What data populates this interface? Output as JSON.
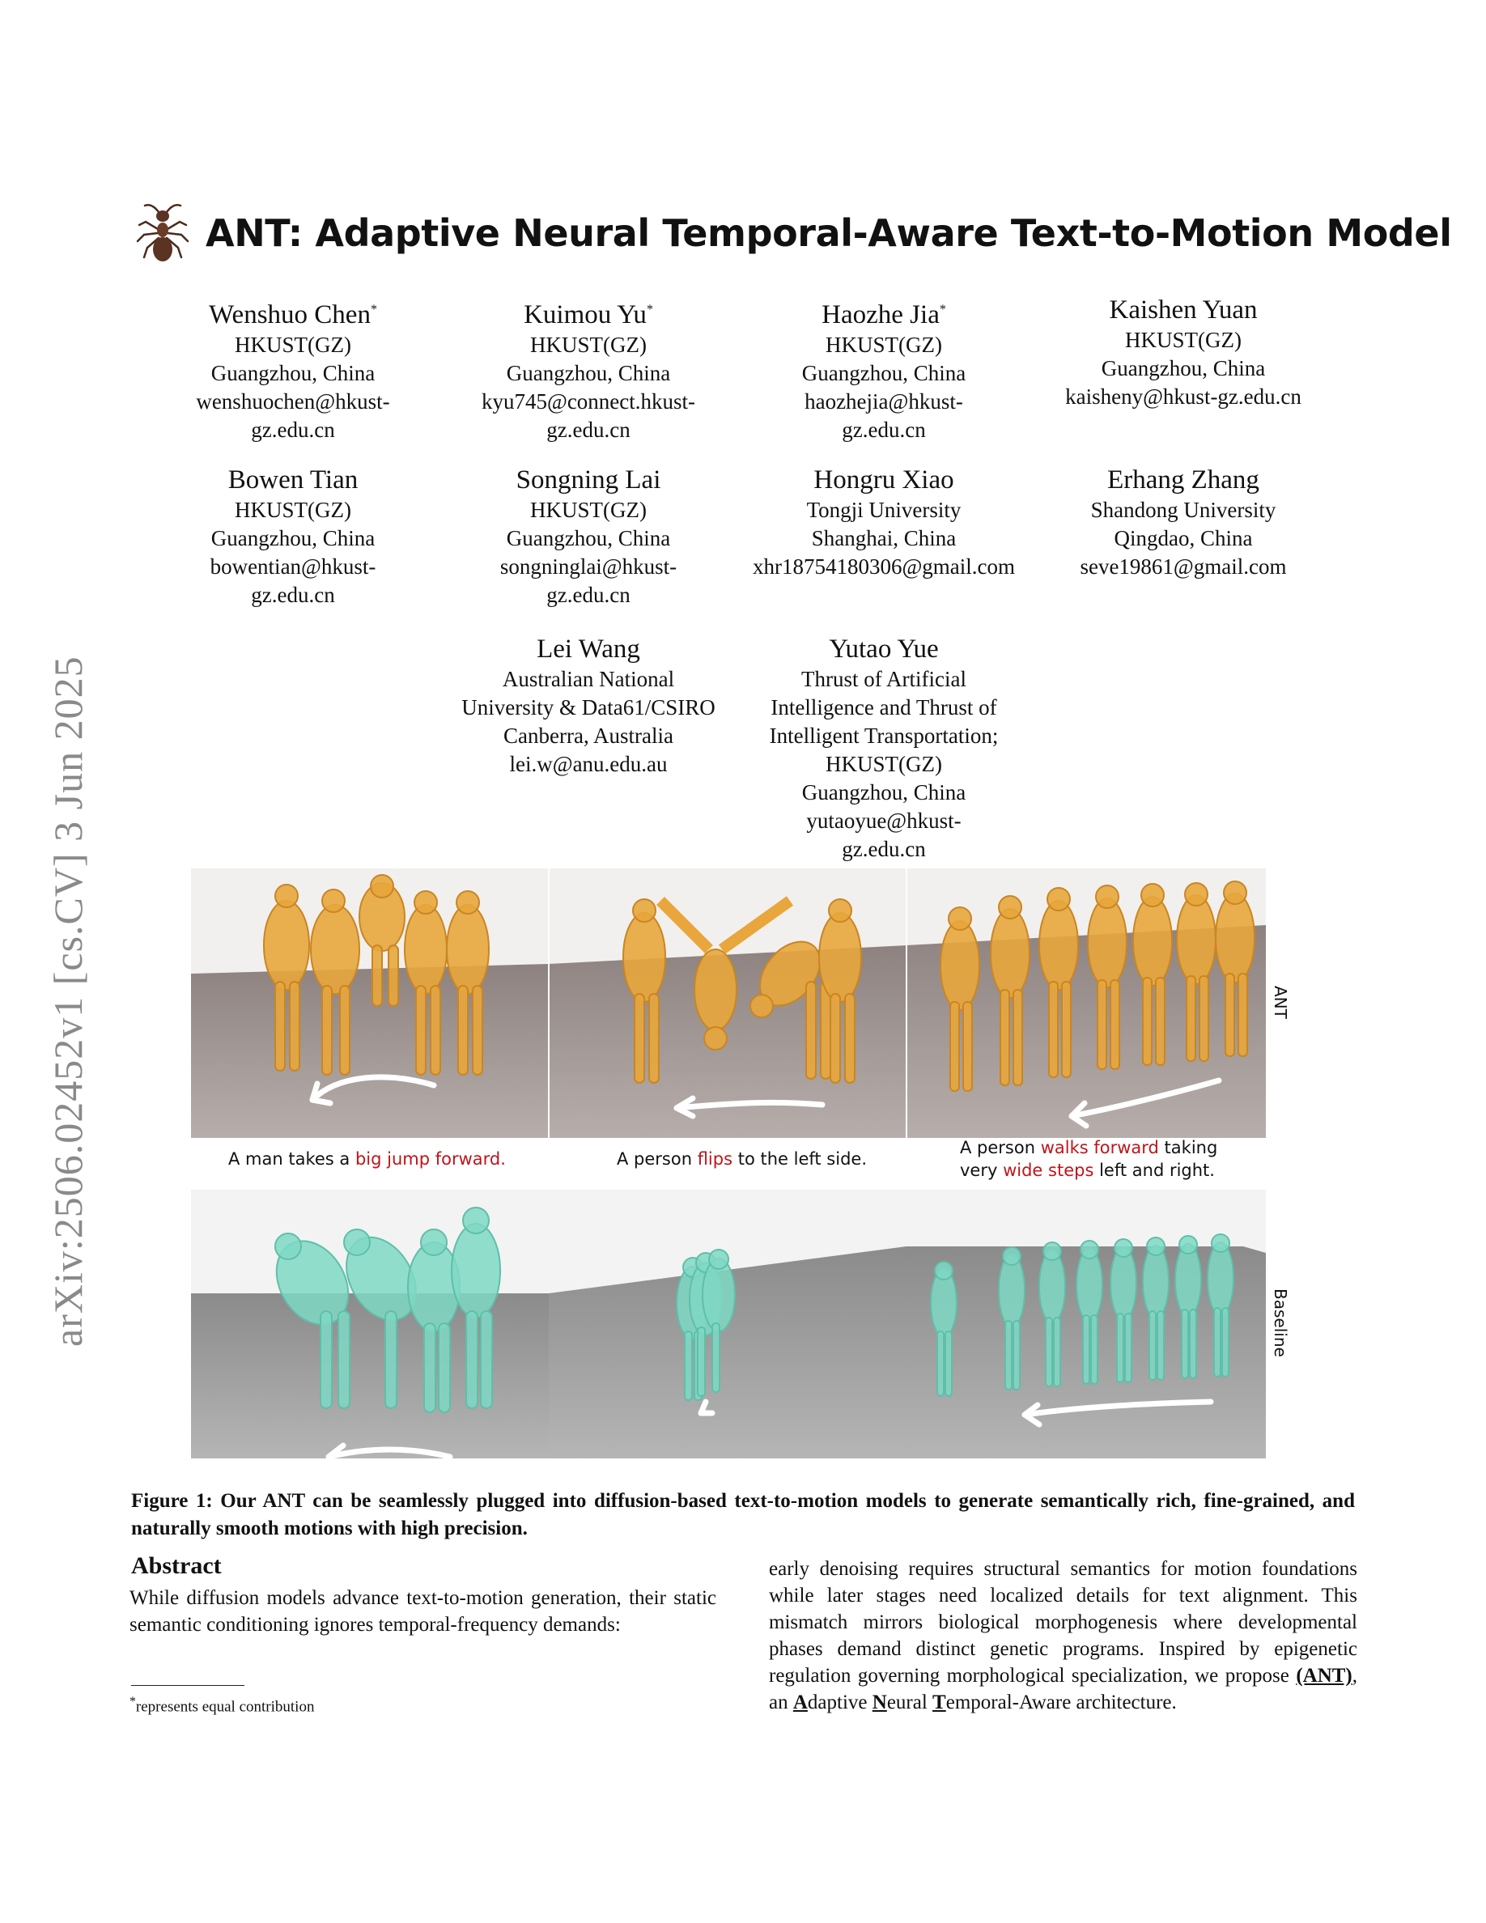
{
  "arxiv_id": "arXiv:2506.02452v1  [cs.CV]  3 Jun 2025",
  "title": "ANT: Adaptive Neural Temporal-Aware Text-to-Motion Model",
  "colors": {
    "ant_orange": "#e8a63c",
    "baseline_teal": "#7fd8c4",
    "highlight_red": "#c0141a"
  },
  "authors": [
    {
      "name": "Wenshuo Chen",
      "mark": "*",
      "lines": [
        "HKUST(GZ)",
        "Guangzhou, China",
        "wenshuochen@hkust-",
        "gz.edu.cn"
      ]
    },
    {
      "name": "Kuimou Yu",
      "mark": "*",
      "lines": [
        "HKUST(GZ)",
        "Guangzhou, China",
        "kyu745@connect.hkust-",
        "gz.edu.cn"
      ]
    },
    {
      "name": "Haozhe Jia",
      "mark": "*",
      "lines": [
        "HKUST(GZ)",
        "Guangzhou, China",
        "haozhejia@hkust-",
        "gz.edu.cn"
      ]
    },
    {
      "name": "Kaishen Yuan",
      "mark": "",
      "lines": [
        "HKUST(GZ)",
        "Guangzhou, China",
        "kaisheny@hkust-gz.edu.cn"
      ]
    },
    {
      "name": "Bowen Tian",
      "mark": "",
      "lines": [
        "HKUST(GZ)",
        "Guangzhou, China",
        "bowentian@hkust-",
        "gz.edu.cn"
      ]
    },
    {
      "name": "Songning Lai",
      "mark": "",
      "lines": [
        "HKUST(GZ)",
        "Guangzhou, China",
        "songninglai@hkust-",
        "gz.edu.cn"
      ]
    },
    {
      "name": "Hongru Xiao",
      "mark": "",
      "lines": [
        "Tongji University",
        "Shanghai, China",
        "xhr18754180306@gmail.com"
      ]
    },
    {
      "name": "Erhang Zhang",
      "mark": "",
      "lines": [
        "Shandong University",
        "Qingdao, China",
        "seve19861@gmail.com"
      ]
    },
    {
      "name": "Lei Wang",
      "mark": "",
      "lines": [
        "Australian National",
        "University & Data61/CSIRO",
        "Canberra, Australia",
        "lei.w@anu.edu.au"
      ]
    },
    {
      "name": "Yutao Yue",
      "mark": "",
      "lines": [
        "Thrust of Artificial",
        "Intelligence and Thrust of",
        "Intelligent Transportation;",
        "HKUST(GZ)",
        "Guangzhou, China",
        "yutaoyue@hkust-",
        "gz.edu.cn"
      ]
    }
  ],
  "figure": {
    "row_labels": {
      "top": "ANT",
      "bottom": "Baseline"
    },
    "captions": [
      {
        "lines": [
          [
            {
              "t": "A man takes a "
            },
            {
              "t": "big jump forward.",
              "h": true
            }
          ]
        ]
      },
      {
        "lines": [
          [
            {
              "t": "A person "
            },
            {
              "t": "flips",
              "h": true
            },
            {
              "t": " to the left side."
            }
          ]
        ]
      },
      {
        "lines": [
          [
            {
              "t": "A person "
            },
            {
              "t": "walks forward",
              "h": true
            },
            {
              "t": " taking"
            }
          ],
          [
            {
              "t": "very "
            },
            {
              "t": "wide steps",
              "h": true
            },
            {
              "t": " left and right."
            }
          ]
        ]
      }
    ],
    "caption": "Figure 1: Our ANT can be seamlessly plugged into diffusion-based text-to-motion models to generate semantically rich, fine-grained, and naturally smooth motions with high precision."
  },
  "abstract": {
    "heading": "Abstract",
    "left_text": "While diffusion models advance text-to-motion generation, their static semantic conditioning ignores temporal-frequency demands:",
    "right_text": "early denoising requires structural semantics for motion foundations while later stages need localized details for text alignment. This mismatch mirrors biological morphogenesis where developmental phases demand distinct genetic programs. Inspired by epigenetic regulation governing morphological specialization, we propose",
    "right_abbr": "(ANT)",
    "right_sep": ", an ",
    "name_parts": [
      {
        "cap": "A",
        "rest": "daptive "
      },
      {
        "cap": "N",
        "rest": "eural "
      },
      {
        "cap": "T",
        "rest": "emporal-Aware architecture."
      }
    ]
  },
  "footnote": {
    "mark": "*",
    "text": "represents equal contribution"
  }
}
